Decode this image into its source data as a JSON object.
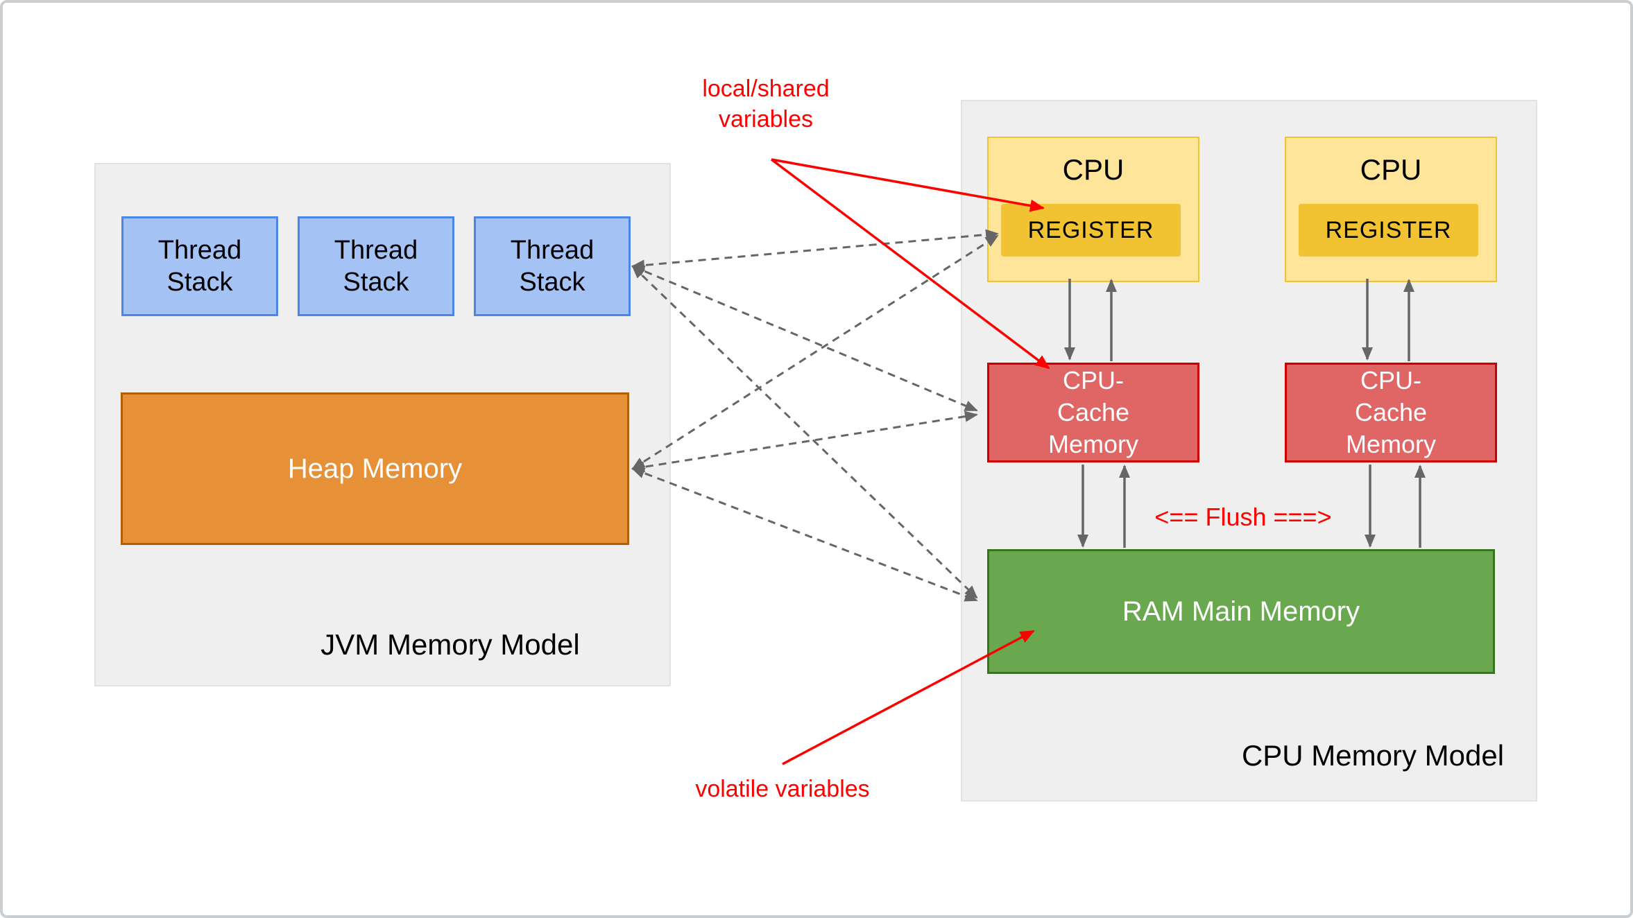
{
  "jvm": {
    "title": "JVM Memory Model",
    "thread_stacks": [
      "Thread Stack",
      "Thread Stack",
      "Thread Stack"
    ],
    "heap_label": "Heap Memory"
  },
  "cpu": {
    "title": "CPU Memory Model",
    "units": [
      {
        "label": "CPU",
        "register": "REGISTER",
        "cache": "CPU-Cache Memory"
      },
      {
        "label": "CPU",
        "register": "REGISTER",
        "cache": "CPU-Cache Memory"
      }
    ],
    "ram_label": "RAM Main Memory"
  },
  "annotations": {
    "local_shared": "local/shared variables",
    "volatile": "volatile variables",
    "flush": "<== Flush ===>"
  },
  "colors": {
    "container_bg": "#EFEFEF",
    "thread_fill": "#A4C2F4",
    "thread_border": "#4A86E8",
    "heap_fill": "#E69138",
    "heap_border": "#B45F06",
    "cpu_fill": "#FFE599",
    "cpu_border": "#F1C232",
    "register_fill": "#F1C232",
    "cache_fill": "#E06666",
    "cache_border": "#CC0000",
    "ram_fill": "#6AA84F",
    "ram_border": "#38761D",
    "arrow_gray": "#666666",
    "annotation_red": "#FE0000"
  }
}
